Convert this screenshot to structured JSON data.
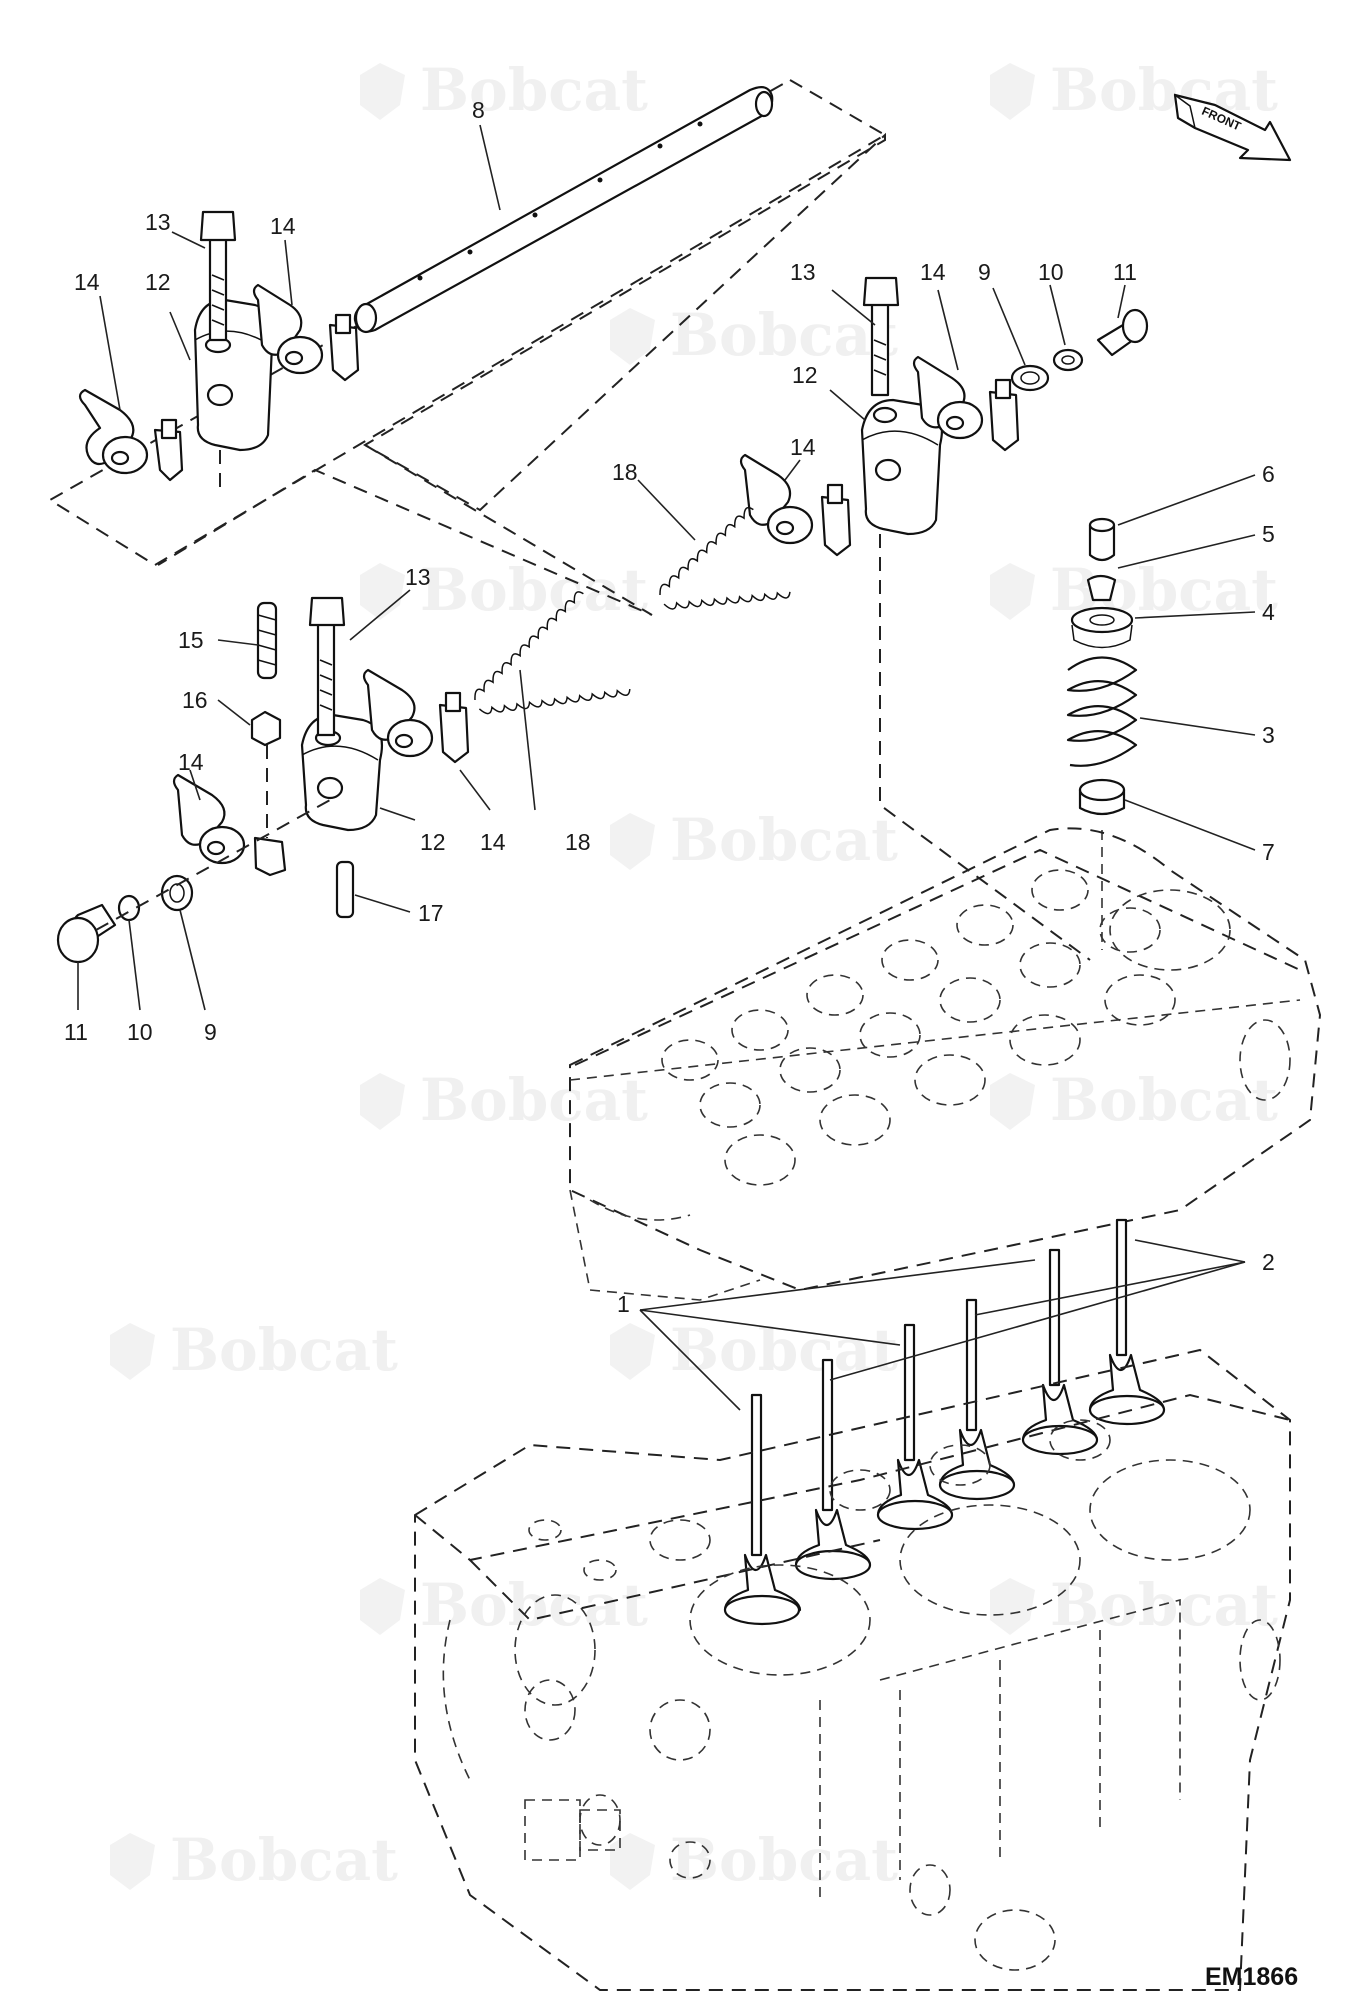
{
  "watermark": {
    "text": "Bobcat",
    "color": "#f0f0f0"
  },
  "figure": {
    "reference": "EM1866",
    "front_label": "FRONT"
  },
  "callouts": [
    "1",
    "2",
    "3",
    "4",
    "5",
    "6",
    "7",
    "8",
    "9",
    "10",
    "11",
    "12",
    "13",
    "14",
    "15",
    "16",
    "17",
    "18"
  ],
  "colors": {
    "line": "#111111",
    "background": "#ffffff"
  }
}
